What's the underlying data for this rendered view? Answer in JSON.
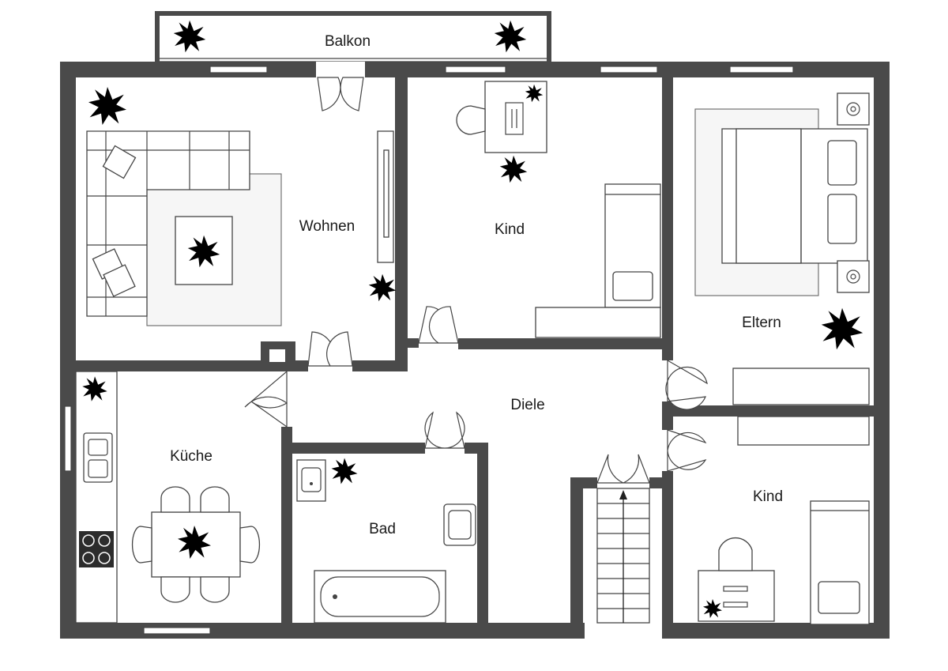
{
  "rooms": {
    "balkon": "Balkon",
    "wohnen": "Wohnen",
    "kind_top": "Kind",
    "eltern": "Eltern",
    "diele": "Diele",
    "kueche": "Küche",
    "bad": "Bad",
    "kind_bottom": "Kind"
  }
}
